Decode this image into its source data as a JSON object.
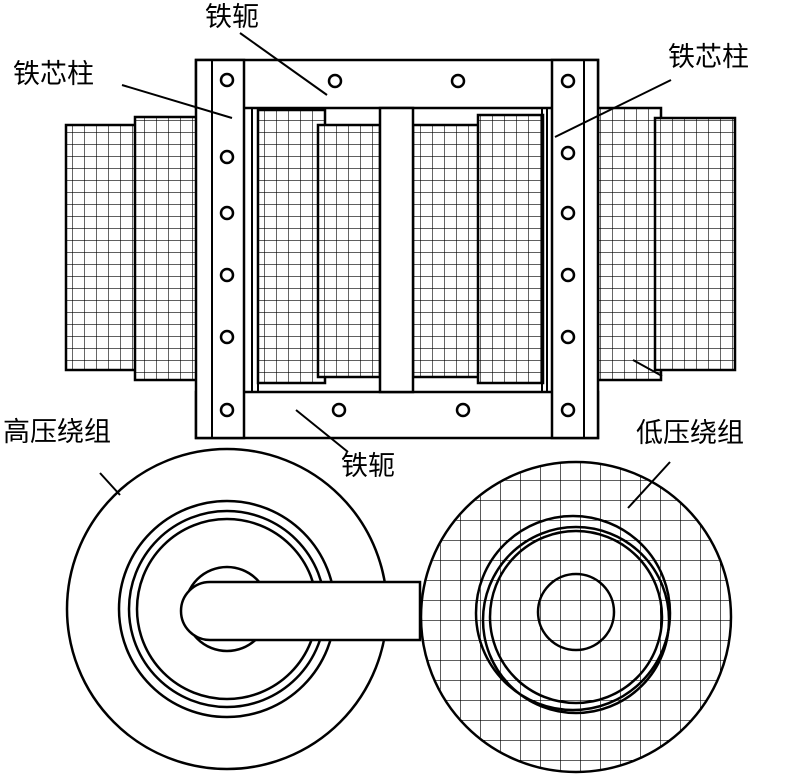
{
  "labels": {
    "yoke_top": "铁轭",
    "yoke_bottom": "铁轭",
    "core_left": "铁芯柱",
    "core_right": "铁芯柱",
    "hv_winding": "高压绕组",
    "lv_winding": "低压绕组"
  },
  "colors": {
    "line": "#000000",
    "background": "#ffffff"
  }
}
